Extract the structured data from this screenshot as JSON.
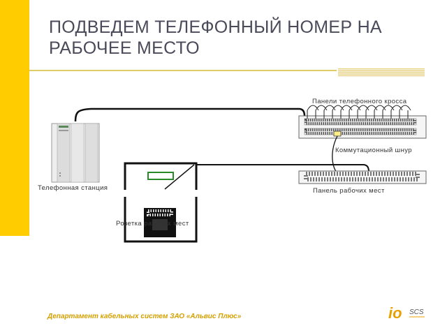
{
  "slide": {
    "title": "ПОДВЕДЕМ ТЕЛЕФОННЫЙ НОМЕР НА РАБОЧЕЕ МЕСТО",
    "accent_color": "#ffcc00",
    "footer": "Департамент кабельных систем ЗАО «Альвис Плюс»"
  },
  "labels": {
    "cross_panels": "Панели телефонного кросса",
    "patch_cord": "Коммутационный шнур",
    "workplace_panel": "Панель рабочих мест",
    "phone_station": "Телефонная станция",
    "workplace_socket": "Розетка рабочих мест"
  },
  "logo": {
    "main": "io",
    "sub": "SCS"
  }
}
